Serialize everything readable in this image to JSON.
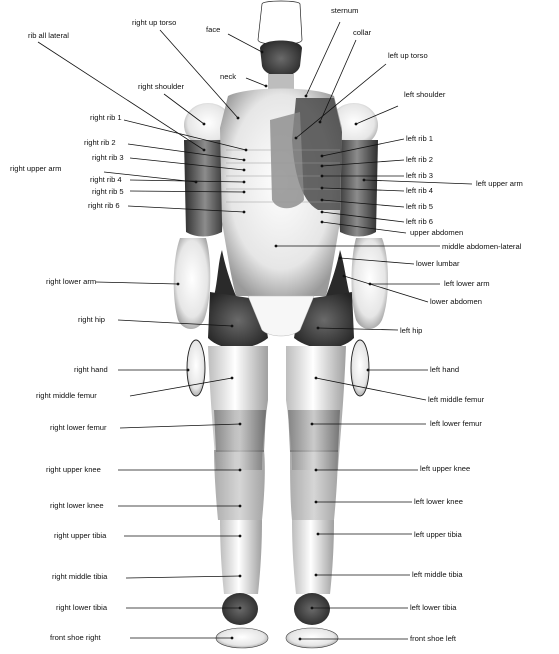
{
  "diagram": {
    "labels": {
      "face": "face",
      "sternum": "sternum",
      "collar": "collar",
      "neck": "neck",
      "right_up_torso": "right up torso",
      "left_up_torso": "left up torso",
      "rib_all_lateral": "rib all lateral",
      "right_shoulder": "right shoulder",
      "left_shoulder": "left shoulder",
      "right_rib_1": "right rib 1",
      "right_rib_2": "right rib 2",
      "right_rib_3": "right rib 3",
      "right_rib_4": "right rib 4",
      "right_rib_5": "right rib 5",
      "right_rib_6": "right rib 6",
      "right_upper_arm": "right upper arm",
      "left_rib_1": "left rib 1",
      "left_rib_2": "left rib 2",
      "left_rib_3": "left rib 3",
      "left_rib_4": "left rib 4",
      "left_rib_5": "left rib 5",
      "left_rib_6": "left rib 6",
      "left_upper_arm": "left upper arm",
      "upper_abdomen": "upper abdomen",
      "middle_abdomen_lateral": "middle abdomen-lateral",
      "lower_lumbar": "lower lumbar",
      "left_lower_arm": "left lower arm",
      "lower_abdomen": "lower abdomen",
      "right_lower_arm": "right lower arm",
      "right_hip": "right hip",
      "left_hip": "left hip",
      "right_hand": "right hand",
      "left_hand": "left hand",
      "right_middle_femur": "right middle femur",
      "left_middle_femur": "left middle femur",
      "right_lower_femur": "right lower femur",
      "left_lower_femur": "left lower femur",
      "right_upper_knee": "right upper knee",
      "left_upper_knee": "left upper knee",
      "right_lower_knee": "right lower knee",
      "left_lower_knee": "left lower knee",
      "right_upper_tibia": "right upper tibia",
      "left_upper_tibia": "left upper tibia",
      "right_middle_tibia": "right middle tibia",
      "left_middle_tibia": "left middle tibia",
      "right_lower_tibia": "right lower tibia",
      "left_lower_tibia": "left lower tibia",
      "front_shoe_right": "front shoe right",
      "front_shoe_left": "front shoe left"
    },
    "colors": {
      "dark": "#3a3a3a",
      "mid": "#8a8a8a",
      "light": "#d6d6d6",
      "white": "#f7f7f7"
    }
  }
}
